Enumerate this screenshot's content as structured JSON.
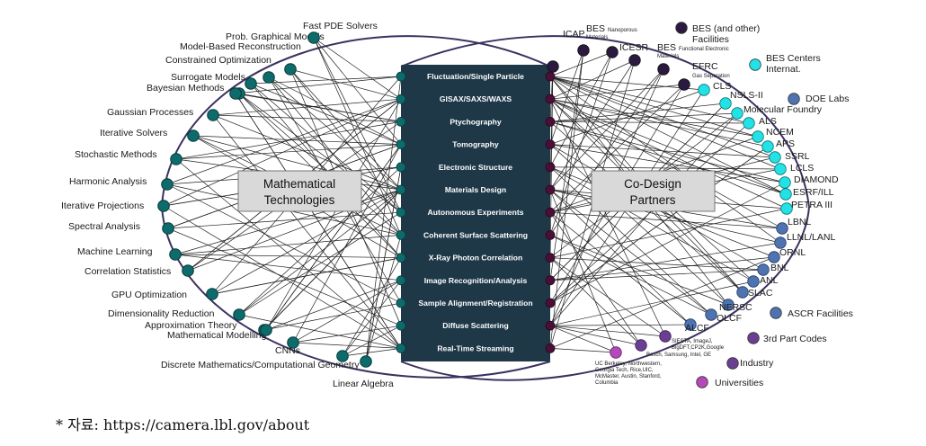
{
  "colors": {
    "math_node": "#0e6b6b",
    "topic_node": "#4a0f36",
    "bes_node": "#2a1a40",
    "cyan_node": "#22e2e6",
    "lab_node": "#4e73b0",
    "third_party_node": "#6a3f92",
    "university_node": "#b24ab8",
    "center_bg": "#1e3848",
    "ring": "#3c3160",
    "lines": "#222222"
  },
  "math_methods": [
    "Fast PDE Solvers",
    "Prob. Graphical Models",
    "Model-Based Reconstruction",
    "Constrained Optimization",
    "Surrogate Models",
    "Bayesian Methods",
    "Gaussian Processes",
    "Iterative Solvers",
    "Stochastic Methods",
    "Harmonic Analysis",
    "Iterative Projections",
    "Spectral Analysis",
    "Machine Learning",
    "Correlation Statistics",
    "GPU Optimization",
    "Dimensionality Reduction",
    "Approximation Theory",
    "Mathematical Modelling",
    "CNNs",
    "Discrete Mathematics/Computational Geometry",
    "Linear Algebra"
  ],
  "left_box": {
    "line1": "Mathematical",
    "line2": "Technologies"
  },
  "right_box": {
    "line1": "Co-Design",
    "line2": "Partners"
  },
  "topics": [
    "Fluctuation/Single Particle",
    "GISAX/SAXS/WAXS",
    "Ptychography",
    "Tomography",
    "Electronic Structure",
    "Materials Design",
    "Autonomous Experiments",
    "Coherent Surface Scattering",
    "X-Ray Photon Correlation",
    "Image Recognition/Analysis",
    "Sample Alignment/Registration",
    "Diffuse Scattering",
    "Real-Time Streaming"
  ],
  "bes": {
    "icap": "ICAP",
    "bes_np": "BES",
    "bes_np_sub1": "Nanoporous",
    "bes_np_sub2": "Materials",
    "icesr": "ICESR",
    "bes_fe": "BES",
    "bes_fe_sub1": "Functional Electronic",
    "bes_fe_sub2": "Materials",
    "efrc": "EFRC",
    "efrc_sub": "Gas Separation"
  },
  "facilities": [
    "CLS",
    "NSLS-II",
    "Molecular Foundry",
    "ALS",
    "NCEM",
    "APS",
    "SSRL",
    "LCLS",
    "DIAMOND",
    "ESRF/ILL",
    "PETRA III"
  ],
  "labs": [
    "LBNL",
    "LLNL/LANL",
    "ORNL",
    "BNL",
    "ANL",
    "SLAC",
    "NERSC",
    "OLCF",
    "ALCF"
  ],
  "third_party": {
    "siesta": [
      "SIESTA, ImageJ,",
      "BigDFT,CP2K,Google"
    ],
    "industry": "Bosch, Samsung, Intel, GE"
  },
  "universities": [
    "UC Berkeley, Northwestern,",
    "Georgia Tech, Rice,UIC,",
    "McMaster, Austin, Stanford,",
    "Columbia"
  ],
  "legend": {
    "bes_line1": "BES (and other)",
    "bes_line2": "Facilities",
    "centers_line1": "BES Centers",
    "centers_line2": "Internat.",
    "doe": "DOE Labs",
    "ascr": "ASCR Facilities",
    "third": "3rd Part Codes",
    "industry": "Industry",
    "universities": "Universities"
  },
  "source": "* 자료: https://camera.lbl.gov/about"
}
